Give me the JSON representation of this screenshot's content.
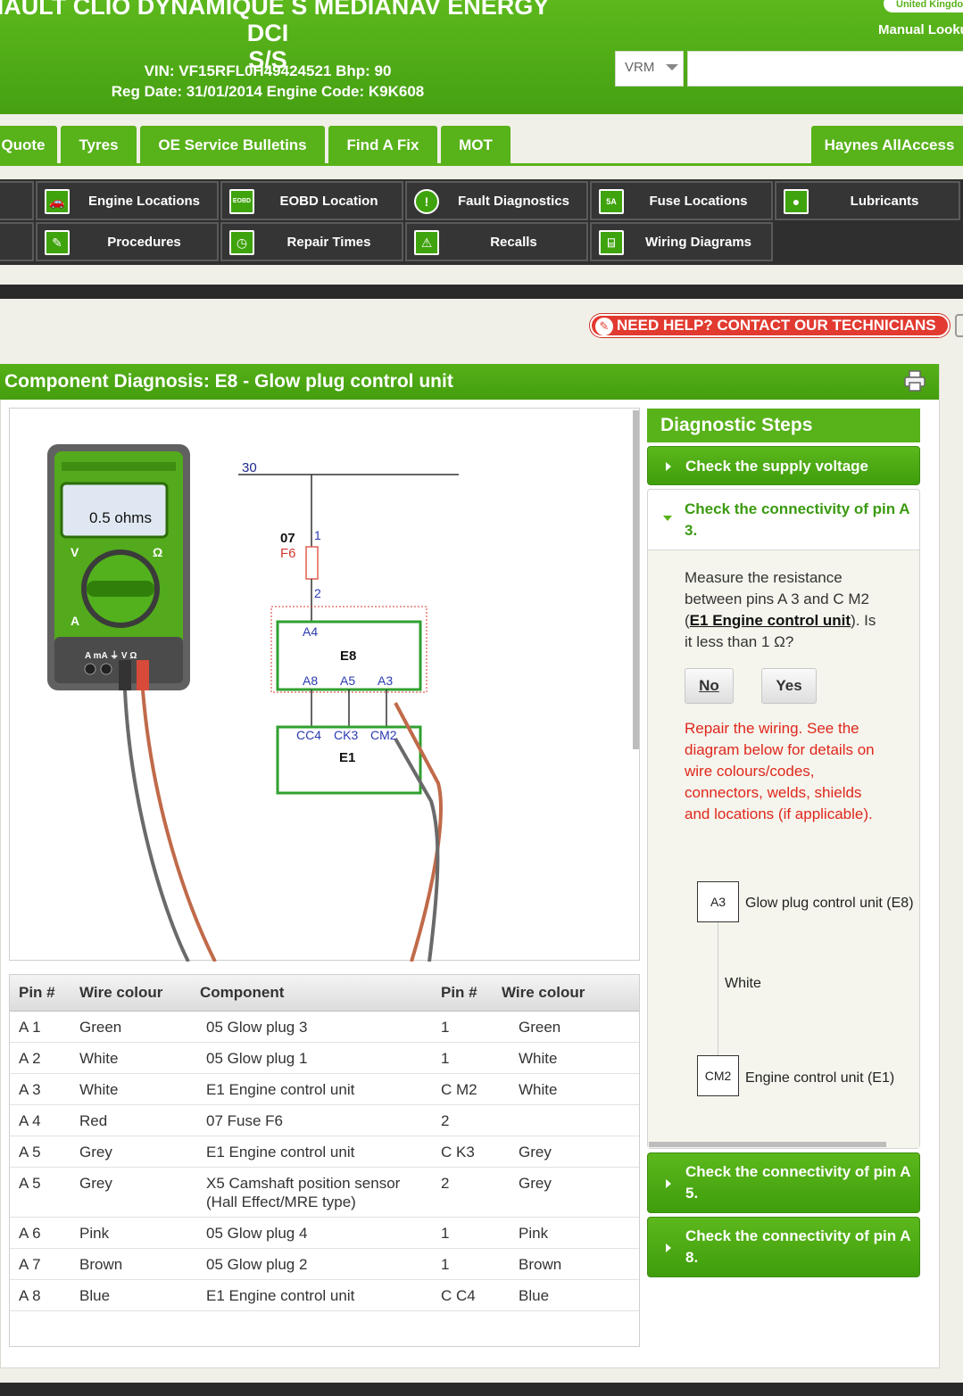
{
  "header": {
    "vehicle_title_line1": "NAULT CLIO DYNAMIQUE S MEDIANAV ENERGY DCI",
    "vehicle_title_line2": "S/S",
    "vin_line": "VIN: VF15RFL0H49424521  Bhp: 90",
    "reg_line": "Reg Date: 31/01/2014  Engine Code: K9K608",
    "region": "United Kingdom",
    "manual_lookup": "Manual Lookup",
    "vrm_select": "VRM",
    "vrm_input_value": ""
  },
  "tabs": {
    "items": [
      "Quote",
      "Tyres",
      "OE Service Bulletins",
      "Find A Fix",
      "MOT"
    ],
    "right": "Haynes AllAccess"
  },
  "subnav": {
    "row1": [
      {
        "label": "Engine Locations",
        "icon": "car-icon"
      },
      {
        "label": "EOBD Location",
        "icon": "eobd-icon"
      },
      {
        "label": "Fault Diagnostics",
        "icon": "warning-icon"
      },
      {
        "label": "Fuse Locations",
        "icon": "fuse-icon"
      },
      {
        "label": "Lubricants",
        "icon": "oil-drop-icon"
      }
    ],
    "row2": [
      {
        "label": "Procedures",
        "icon": "wrench-icon"
      },
      {
        "label": "Repair Times",
        "icon": "stopwatch-icon"
      },
      {
        "label": "Recalls",
        "icon": "recall-icon"
      },
      {
        "label": "Wiring Diagrams",
        "icon": "wiring-icon"
      }
    ]
  },
  "help": {
    "label": "NEED HELP? CONTACT OUR TECHNICIANS"
  },
  "panel": {
    "title": "Component Diagnosis: E8 - Glow plug control unit"
  },
  "diagram": {
    "meter_reading": "0.5 ohms",
    "meter_labels": {
      "v": "V",
      "ohm": "Ω",
      "a": "A",
      "ports": "A  mA  ⏚  V  Ω"
    },
    "bus_label": "30",
    "fuse_label_top": "07",
    "fuse_label_bottom": "F6",
    "fuse_pin_top": "1",
    "fuse_pin_bottom": "2",
    "e8_label": "E8",
    "e8_pin_top": "A4",
    "e8_pins_bottom": [
      "A8",
      "A5",
      "A3"
    ],
    "e1_pins_top": [
      "CC4",
      "CK3",
      "CM2"
    ],
    "e1_label": "E1"
  },
  "wire_table": {
    "headers": [
      "Pin #",
      "Wire colour",
      "Component",
      "Pin #",
      "Wire colour"
    ],
    "rows": [
      [
        "A 1",
        "Green",
        "05 Glow plug 3",
        "1",
        "Green"
      ],
      [
        "A 2",
        "White",
        "05 Glow plug 1",
        "1",
        "White"
      ],
      [
        "A 3",
        "White",
        "E1 Engine control unit",
        "C M2",
        "White"
      ],
      [
        "A 4",
        "Red",
        "07 Fuse F6",
        "2",
        ""
      ],
      [
        "A 5",
        "Grey",
        "E1 Engine control unit",
        "C K3",
        "Grey"
      ],
      [
        "A 5",
        "Grey",
        "X5 Camshaft position sensor (Hall Effect/MRE type)",
        "2",
        "Grey"
      ],
      [
        "A 6",
        "Pink",
        "05 Glow plug 4",
        "1",
        "Pink"
      ],
      [
        "A 7",
        "Brown",
        "05 Glow plug 2",
        "1",
        "Brown"
      ],
      [
        "A 8",
        "Blue",
        "E1 Engine control unit",
        "C C4",
        "Blue"
      ]
    ]
  },
  "steps": {
    "heading": "Diagnostic Steps",
    "supply": "Check the supply voltage",
    "open_title": "Check the connectivity of pin A 3.",
    "question_prefix": "Measure the resistance between pins A 3 and C M2 (",
    "question_link": "E1 Engine control unit",
    "question_suffix": "). Is it less than 1 Ω?",
    "no_label": "No",
    "yes_label": "Yes",
    "repair_text": "Repair the wiring. See the diagram below for details on wire colours/codes, connectors, welds, shields and locations (if applicable).",
    "pin_from": "A3",
    "pin_from_label": "Glow plug control unit (E8)",
    "wire_colour": "White",
    "pin_to": "CM2",
    "pin_to_label": "Engine control unit (E1)",
    "next1": "Check the connectivity of pin A 5.",
    "next2": "Check the connectivity of pin A 8."
  },
  "colors": {
    "brand_green": "#58b21a",
    "help_red": "#e23a30",
    "repair_red": "#e0271c"
  }
}
